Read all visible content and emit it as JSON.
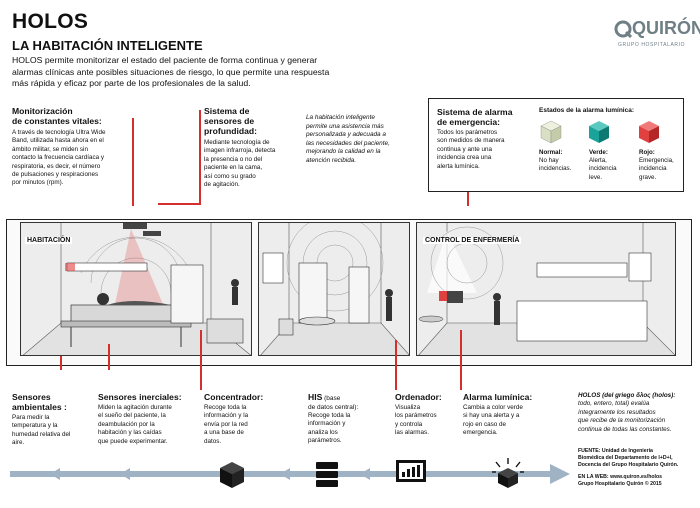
{
  "header": {
    "title": "HOLOS",
    "subtitle": "LA HABITACIÓN INTELIGENTE",
    "intro": [
      "HOLOS permite monitorizar el estado del paciente de forma continua y generar",
      "alarmas clínicas ante posibles situaciones de riesgo, lo que permite una respuesta",
      "más rápida y eficaz por parte de los profesionales de la salud."
    ]
  },
  "logo": {
    "name": "QUIRÓN",
    "tagline": "GRUPO HOSPITALARIO"
  },
  "top_blocks": {
    "vitales": {
      "title": [
        "Monitorización",
        "de constantes vitales:"
      ],
      "body": [
        "A través de tecnología Ultra Wide",
        "Band, utilizada hasta ahora en el",
        "ámbito militar, se miden sin",
        "contacto la frecuencia cardíaca y",
        "respiratoria, es decir, el número",
        "de pulsaciones y respiraciones",
        "por minutos (rpm)."
      ]
    },
    "profundidad": {
      "title": [
        "Sistema de",
        "sensores de",
        "profundidad:"
      ],
      "body": [
        "Mediante tecnología de",
        "imagen infrarroja, detecta",
        "la presencia o no del",
        "paciente en la cama,",
        "así como su grado",
        "de agitación."
      ]
    },
    "quote": [
      "La habitación inteligente",
      "permite una asistencia más",
      "personalizada y adecuada a",
      "las necesidades del paciente,",
      "mejorando la calidad en la",
      "atención recibida."
    ],
    "alarma": {
      "title": [
        "Sistema de alarma",
        "de emergencia:"
      ],
      "body": [
        "Todos los parámetros",
        "son medidos de manera",
        "continua y ante una",
        "incidencia crea una",
        "alerta lumínica."
      ],
      "states_title": "Estados de la alarma lumínica:",
      "states": [
        {
          "label": "Normal:",
          "text": [
            "No hay",
            "incidencias."
          ],
          "color": "#d9dfc3"
        },
        {
          "label": "Verde:",
          "text": [
            "Alerta,",
            "incidencia",
            "leve."
          ],
          "color": "#1aa39a"
        },
        {
          "label": "Rojo:",
          "text": [
            "Emergencia,",
            "incidencia",
            "grave."
          ],
          "color": "#e04040"
        }
      ]
    }
  },
  "scenes": {
    "habitacion": "HABITACIÓN",
    "control": "CONTROL DE ENFERMERÍA"
  },
  "bottom": {
    "ambientales": {
      "title": [
        "Sensores",
        "ambientales :"
      ],
      "body": [
        "Para medir la",
        "temperatura y la",
        "humedad relativa del",
        "aire."
      ]
    },
    "inerciales": {
      "title": [
        "Sensores inerciales:"
      ],
      "body": [
        "Miden la agitación durante",
        "el sueño del paciente, la",
        "deambulación por la",
        "habitación y las caídas",
        "que puede experimentar."
      ]
    },
    "concentrador": {
      "title": [
        "Concentrador:"
      ],
      "body": [
        "Recoge toda la",
        "información y la",
        "envía por la red",
        "a una base de",
        "datos."
      ]
    },
    "his": {
      "title_bold": "HIS",
      "title_rest": " (base",
      "title_line2": "de datos central):",
      "body": [
        "Recoge toda la",
        "información y",
        "analiza los",
        "parámetros."
      ]
    },
    "ordenador": {
      "title": [
        "Ordenador:"
      ],
      "body": [
        "Visualiza",
        "los parámetros",
        "y controla",
        "las alarmas."
      ]
    },
    "luminica": {
      "title": [
        "Alarma lumínica:"
      ],
      "body": [
        "Cambia a color verde",
        "si hay una alerta y a",
        "rojo en caso de",
        "emergencia."
      ]
    },
    "holos_note": [
      "HOLOS (del griego δλος (holos):",
      "todo, entero, total) evalúa",
      "íntegramente los resultados",
      "que recibe de la monitorización",
      "continua de todas las constantes."
    ],
    "fuente": [
      "FUENTE: Unidad de Ingeniería",
      "Biomédica del Departamento de I+D+I,",
      "Docencia del Grupo Hospitalario Quirón."
    ],
    "web": [
      "EN LA WEB: www.quiron.es/holos",
      "Grupo Hospitalario Quirón © 2015"
    ]
  },
  "icons": [
    "chip-icon",
    "database-icon",
    "monitor-icon",
    "alarm-light-icon"
  ]
}
